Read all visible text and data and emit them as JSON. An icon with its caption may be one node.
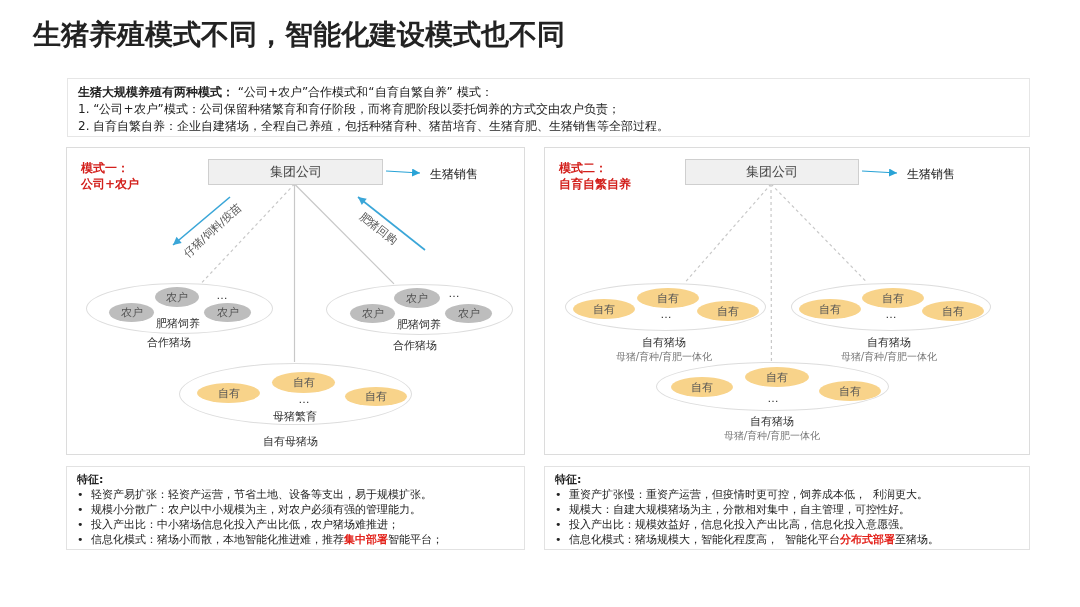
{
  "diagram": {
    "title": "生猪养殖模式不同，智能化建设模式也不同",
    "nodes": [
      {
        "text": [
          "**生猪大规模养殖有两种模式：**  “公司+农户”合作模式和“自育自繁自养” 模式：",
          "1. “公司+农户”模式：公司保留种猪繁育和育仔阶段，而将育肥阶段以委托饲养的方式交由农户负责；",
          "2. 自育自繁自养：企业自建猪场，全程自己养殖，包括种猪育种、猪苗培育、生猪育肥、生猪销售等全部过程。"
        ]
      },
      {
        "text": [
          "模式一：",
          "公司+农户"
        ]
      },
      {
        "text": [
          "集团公司"
        ],
        "in": 1
      },
      {
        "text": [
          "生猪销售"
        ],
        "in": 1
      },
      {
        "text": [
          "…",
          "肥猪饲养"
        ],
        "beside": [
          "合作猪场"
        ],
        "in": 1
      },
      {
        "text": [
          "农户"
        ],
        "in": 4
      },
      {
        "text": [
          "农户"
        ],
        "in": 4
      },
      {
        "text": [
          "农户"
        ],
        "in": 4
      },
      {
        "text": [
          "…",
          "肥猪饲养"
        ],
        "beside": [
          "合作猪场"
        ],
        "in": 1
      },
      {
        "text": [
          "农户"
        ],
        "in": 8
      },
      {
        "text": [
          "农户"
        ],
        "in": 8
      },
      {
        "text": [
          "农户"
        ],
        "in": 8
      },
      {
        "text": [
          "…",
          "母猪繁育"
        ],
        "beside": [
          "自有母猪场"
        ],
        "in": 1
      },
      {
        "text": [
          "自有"
        ],
        "in": 12
      },
      {
        "text": [
          "自有"
        ],
        "in": 12
      },
      {
        "text": [
          "自有"
        ],
        "in": 12
      },
      {
        "text": [
          "模式二：",
          "自育自繁自养"
        ]
      },
      {
        "text": [
          "集团公司"
        ],
        "in": 16
      },
      {
        "text": [
          "生猪销售"
        ],
        "in": 16
      },
      {
        "text": [
          "…"
        ],
        "beside": [
          "自有猪场",
          "母猪/育种/育肥一体化"
        ],
        "in": 16
      },
      {
        "text": [
          "自有"
        ],
        "in": 19
      },
      {
        "text": [
          "自有"
        ],
        "in": 19
      },
      {
        "text": [
          "自有"
        ],
        "in": 19
      },
      {
        "text": [
          "…"
        ],
        "beside": [
          "自有猪场",
          "母猪/育种/育肥一体化"
        ],
        "in": 16
      },
      {
        "text": [
          "自有"
        ],
        "in": 23
      },
      {
        "text": [
          "自有"
        ],
        "in": 23
      },
      {
        "text": [
          "自有"
        ],
        "in": 23
      },
      {
        "text": [
          "…"
        ],
        "beside": [
          "自有猪场",
          "母猪/育种/育肥一体化"
        ],
        "in": 16
      },
      {
        "text": [
          "自有"
        ],
        "in": 27
      },
      {
        "text": [
          "自有"
        ],
        "in": 27
      },
      {
        "text": [
          "自有"
        ],
        "in": 27
      },
      {
        "text": [
          "特征:",
          "• 轻资产易扩张：轻资产运营，节省土地、设备等支出，易于规模扩张。",
          "• 规模小分散广：农户以中小规模为主，对农户必须有强的管理能力。",
          "• 投入产出比：中小猪场信息化投入产出比低，农户猪场难推进；",
          "• 信息化模式：猪场小而散，本地智能化推进难，推荐**集中部署**智能平台；"
        ]
      },
      {
        "text": [
          "特征:",
          "• 重资产扩张慢：重资产运营，但疫情时更可控，饲养成本低， 利润更大。",
          "• 规模大：自建大规模猪场为主，分散相对集中，自主管理，可控性好。",
          "• 投入产出比：规模效益好，信息化投入产出比高，信息化投入意愿强。",
          "• 信息化模式：猪场规模大，智能化程度高， 智能化平台**分布式部署**至猪场。"
        ]
      }
    ],
    "edges": [
      {
        "from": 2,
        "to": 3,
        "arrow": "to",
        "color": "#29a3d6"
      },
      {
        "from": 2,
        "to": 4,
        "arrow": "none",
        "style": "dashed"
      },
      {
        "from": 2,
        "to": 8,
        "arrow": "none"
      },
      {
        "from": 2,
        "to": 12,
        "arrow": "none"
      },
      {
        "from": 17,
        "to": 18,
        "arrow": "to",
        "color": "#29a3d6"
      },
      {
        "from": 17,
        "to": 19,
        "arrow": "none",
        "style": "dashed"
      },
      {
        "from": 17,
        "to": 23,
        "arrow": "none",
        "style": "dashed"
      },
      {
        "from": 17,
        "to": 27,
        "arrow": "none",
        "style": "dashed"
      }
    ],
    "labels": [
      "仔猪/饲料/疫苗",
      "肥猪回购"
    ]
  }
}
